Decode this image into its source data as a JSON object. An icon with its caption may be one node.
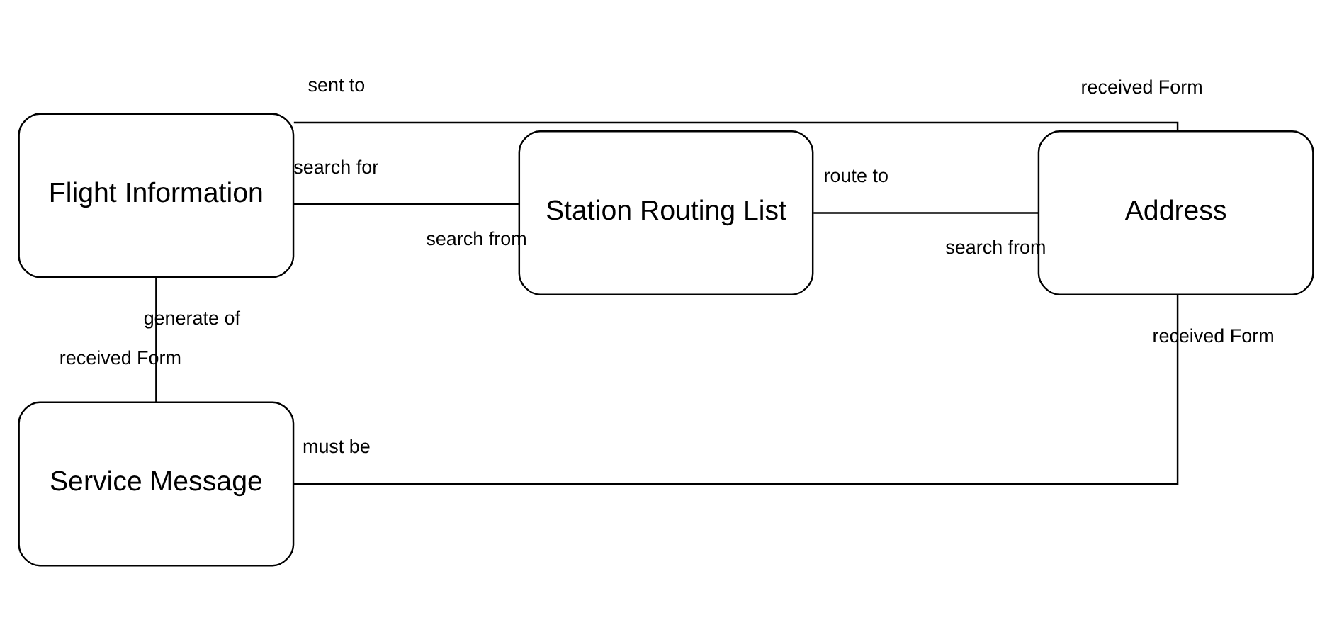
{
  "diagram": {
    "nodes": [
      {
        "text": [
          "Flight Information"
        ]
      },
      {
        "text": [
          "Address"
        ]
      },
      {
        "text": [
          "Station Routing List"
        ]
      },
      {
        "text": [
          "Service Message"
        ]
      }
    ],
    "edges": [
      {
        "from": 0,
        "to": 1,
        "arrow": "none"
      },
      {
        "from": 0,
        "to": 2,
        "arrow": "none"
      },
      {
        "from": 2,
        "to": 1,
        "arrow": "none"
      },
      {
        "from": 0,
        "to": 3,
        "arrow": "none"
      },
      {
        "from": 3,
        "to": 1,
        "arrow": "none"
      }
    ],
    "labels": [
      "sent to",
      "received Form",
      "generate of",
      "search for",
      "route to",
      "search from",
      "received Form",
      "search from",
      "received Form",
      "must be"
    ]
  }
}
